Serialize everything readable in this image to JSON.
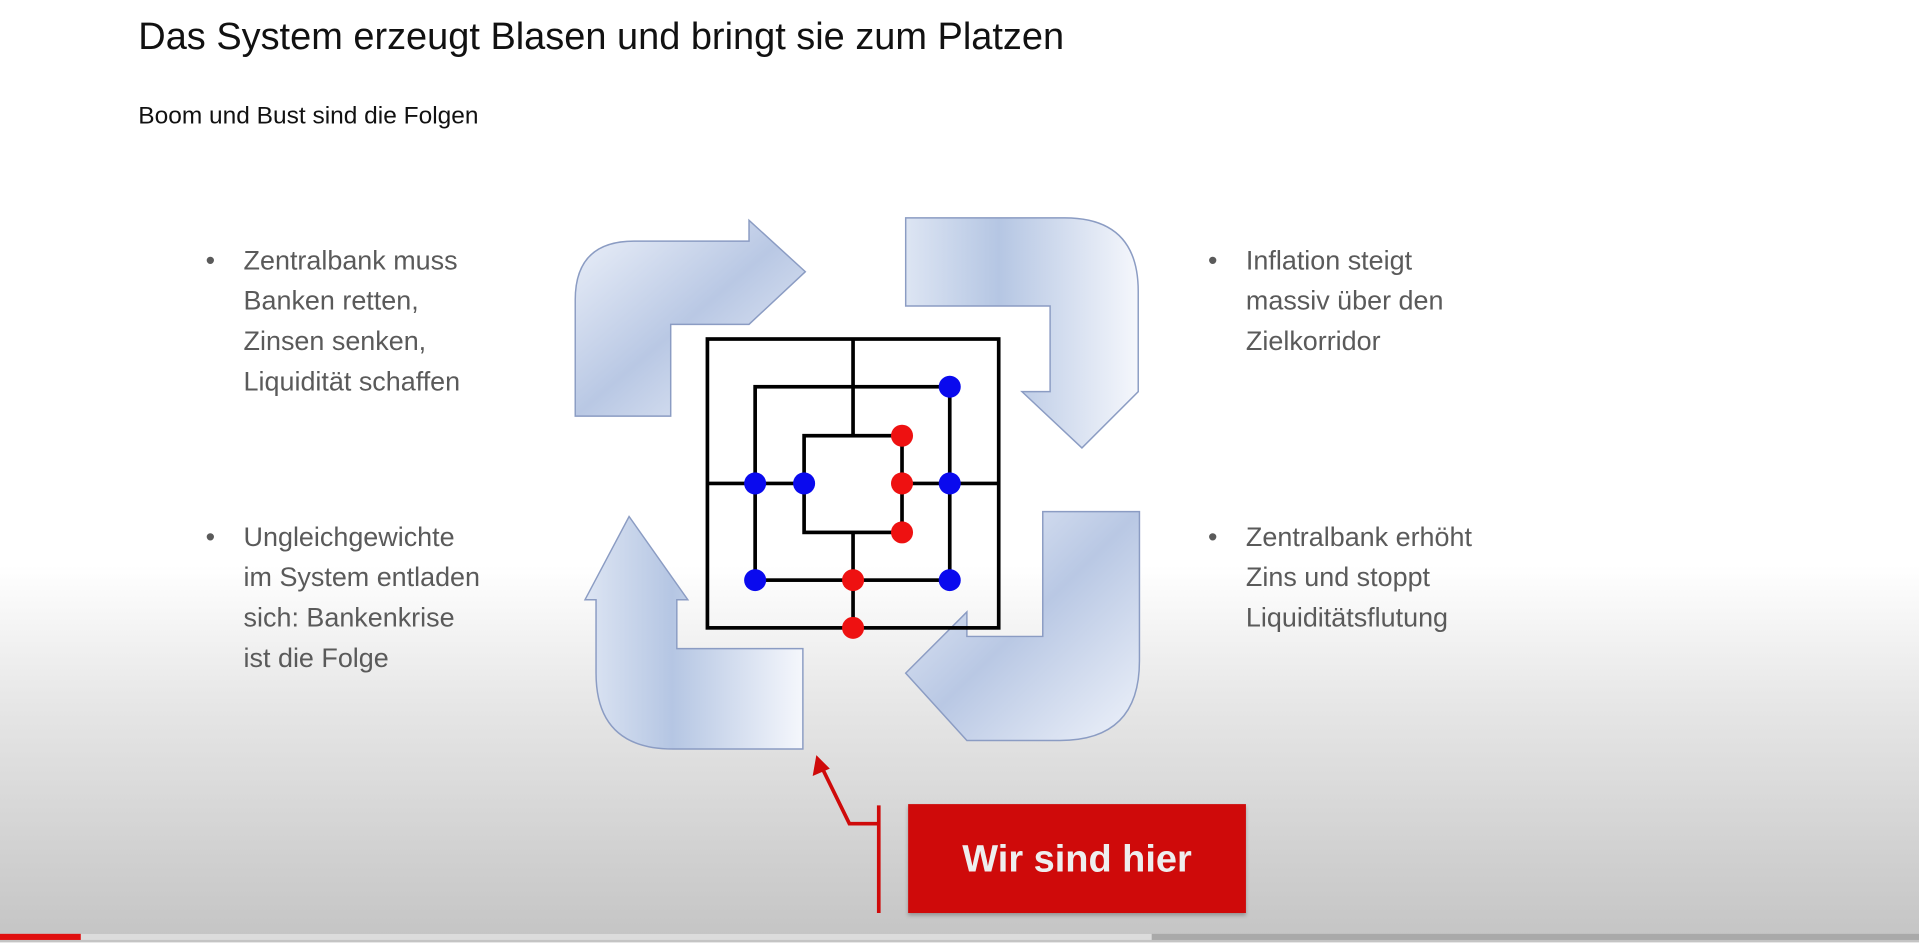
{
  "slide": {
    "title": "Das System erzeugt Blasen und bringt sie zum Platzen",
    "subtitle": "Boom und Bust sind die Folgen",
    "bullet_char": "•",
    "bullets": {
      "top_left": [
        "Zentralbank muss",
        "Banken retten,",
        "Zinsen senken,",
        "Liquidität schaffen"
      ],
      "bottom_left": [
        "Ungleichgewichte",
        "im System entladen",
        "sich: Bankenkrise",
        "ist die Folge"
      ],
      "top_right": [
        "Inflation steigt",
        "massiv über den",
        "Zielkorridor"
      ],
      "bottom_right": [
        "Zentralbank erhöht",
        "Zins und stoppt",
        "Liquiditätsflutung"
      ]
    },
    "marker_label": "Wir sind hier"
  },
  "colors": {
    "blue_piece": "#0a0aee",
    "red_piece": "#ee1111",
    "accent_red": "#cf0a0a"
  },
  "video": {
    "progress_fraction": 0.042,
    "buffered_fraction": 0.6
  }
}
